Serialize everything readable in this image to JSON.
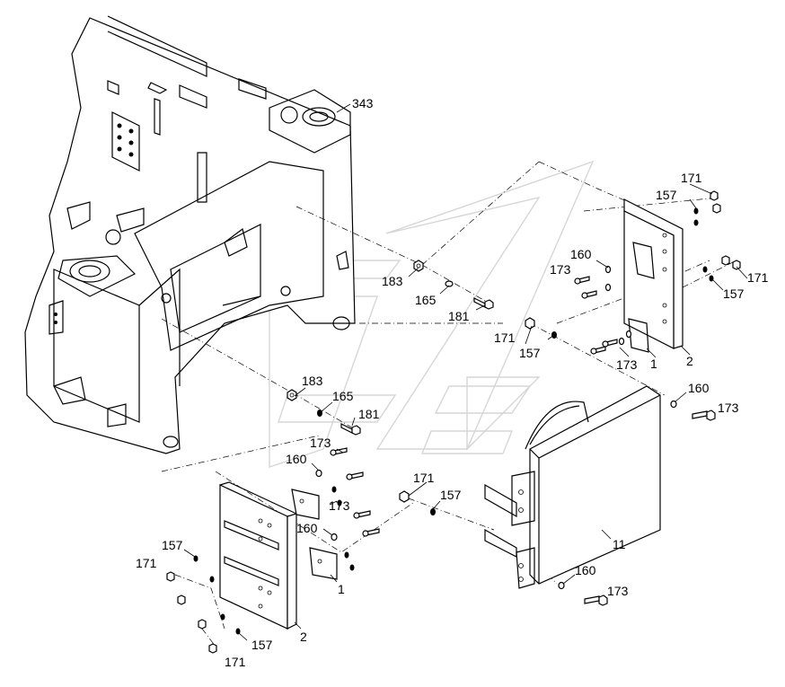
{
  "diagram": {
    "callouts": [
      {
        "id": "c343",
        "text": "343"
      },
      {
        "id": "c171a",
        "text": "171"
      },
      {
        "id": "c157a",
        "text": "157"
      },
      {
        "id": "c160a",
        "text": "160"
      },
      {
        "id": "c173a",
        "text": "173"
      },
      {
        "id": "c171b",
        "text": "171"
      },
      {
        "id": "c157b",
        "text": "157"
      },
      {
        "id": "c183a",
        "text": "183"
      },
      {
        "id": "c165a",
        "text": "165"
      },
      {
        "id": "c181a",
        "text": "181"
      },
      {
        "id": "c171c",
        "text": "171"
      },
      {
        "id": "c157c",
        "text": "157"
      },
      {
        "id": "c173b",
        "text": "173"
      },
      {
        "id": "c1a",
        "text": "1"
      },
      {
        "id": "c2a",
        "text": "2"
      },
      {
        "id": "c183b",
        "text": "183"
      },
      {
        "id": "c165b",
        "text": "165"
      },
      {
        "id": "c181b",
        "text": "181"
      },
      {
        "id": "c173c",
        "text": "173"
      },
      {
        "id": "c160b",
        "text": "160"
      },
      {
        "id": "c160c",
        "text": "160"
      },
      {
        "id": "c173d",
        "text": "173"
      },
      {
        "id": "c171d",
        "text": "171"
      },
      {
        "id": "c157d",
        "text": "157"
      },
      {
        "id": "c173e",
        "text": "173"
      },
      {
        "id": "c160d",
        "text": "160"
      },
      {
        "id": "c157e",
        "text": "157"
      },
      {
        "id": "c171e",
        "text": "171"
      },
      {
        "id": "c1b",
        "text": "1"
      },
      {
        "id": "c2b",
        "text": "2"
      },
      {
        "id": "c157f",
        "text": "157"
      },
      {
        "id": "c171f",
        "text": "171"
      },
      {
        "id": "c11",
        "text": "11"
      },
      {
        "id": "c160e",
        "text": "160"
      },
      {
        "id": "c173f",
        "text": "173"
      }
    ]
  }
}
